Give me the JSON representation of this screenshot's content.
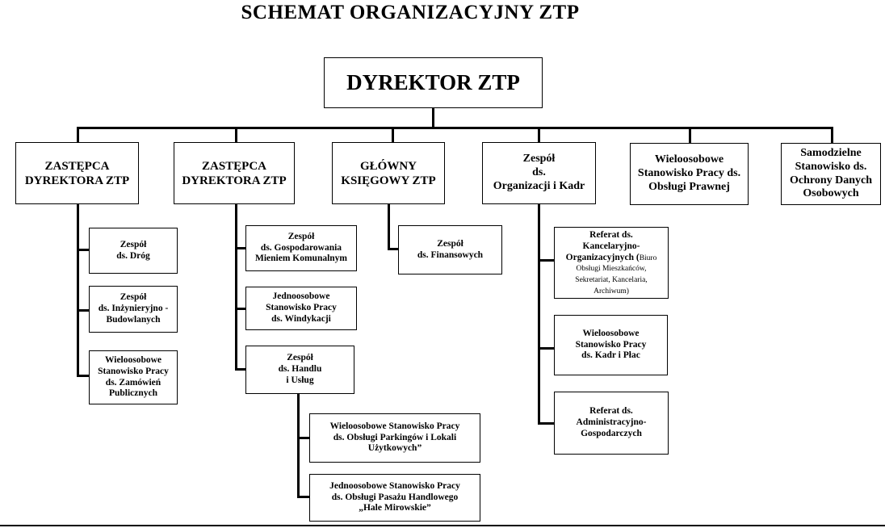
{
  "title": "SCHEMAT ORGANIZACYJNY ZTP",
  "director": "DYREKTOR ZTP",
  "level1": [
    {
      "line1": "ZASTĘPCA",
      "line2": "DYREKTORA ZTP"
    },
    {
      "line1": "ZASTĘPCA",
      "line2": "DYREKTORA ZTP"
    },
    {
      "line1": "GŁÓWNY",
      "line2": "KSIĘGOWY ZTP"
    },
    {
      "line1": "Zespół",
      "line2": "ds.",
      "line3": "Organizacji i Kadr"
    },
    {
      "line1": "Wieloosobowe",
      "line2": "Stanowisko Pracy ds.",
      "line3": "Obsługi Prawnej"
    },
    {
      "line1": "Samodzielne",
      "line2": "Stanowisko ds.",
      "line3": "Ochrony Danych",
      "line4": "Osobowych"
    }
  ],
  "branch1": [
    {
      "line1": "Zespół",
      "line2": "ds. Dróg"
    },
    {
      "line1": "Zespół",
      "line2": "ds. Inżynieryjno -",
      "line3": "Budowlanych"
    },
    {
      "line1": "Wieloosobowe",
      "line2": "Stanowisko Pracy",
      "line3": "ds. Zamówień",
      "line4": "Publicznych"
    }
  ],
  "branch2": [
    {
      "line1": "Zespół",
      "line2": "ds. Gospodarowania",
      "line3": "Mieniem Komunalnym"
    },
    {
      "line1": "Jednoosobowe",
      "line2": "Stanowisko Pracy",
      "line3": "ds. Windykacji"
    },
    {
      "line1": "Zespół",
      "line2": "ds. Handlu",
      "line3": "i Usług"
    }
  ],
  "branch2sub": [
    {
      "line1": "Wieloosobowe  Stanowisko Pracy",
      "line2": "ds. Obsługi Parkingów i Lokali",
      "line3": "Użytkowych”"
    },
    {
      "line1": "Jednoosobowe  Stanowisko Pracy",
      "line2": "ds. Obsługi Pasażu Handlowego",
      "line3": "„Hale Mirowskie”"
    }
  ],
  "branch3": [
    {
      "line1": "Zespół",
      "line2": "ds. Finansowych"
    }
  ],
  "branch4": [
    {
      "line1": "Referat ds.",
      "line2": "Kancelaryjno-",
      "line3": "Organizacyjnych (",
      "line3b": "Biuro",
      "line4": "Obsługi Mieszkańców,",
      "line5": "Sekretariat, Kancelaria,",
      "line6": "Archiwum)"
    },
    {
      "line1": "Wieloosobowe",
      "line2": "Stanowisko Pracy",
      "line3": "ds. Kadr i Płac"
    },
    {
      "line1": "Referat ds.",
      "line2": "Administracyjno-",
      "line3": "Gospodarczych"
    }
  ]
}
